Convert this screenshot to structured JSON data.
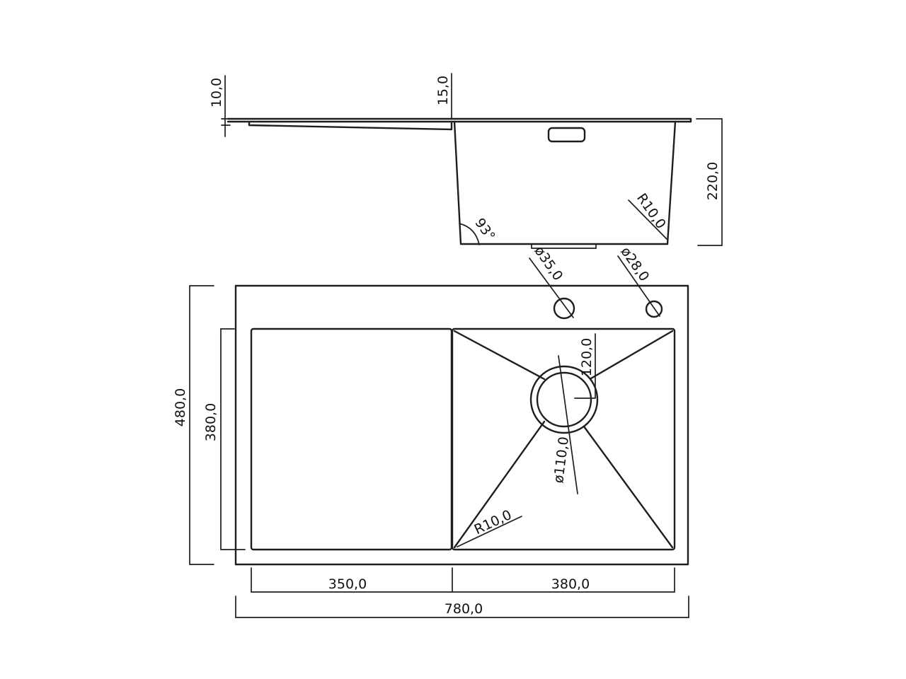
{
  "diagram": {
    "labels": {
      "top_thickness": "10,0",
      "edge_thickness": "15,0",
      "depth": "220,0",
      "inner_radius_side": "R10,0",
      "wall_angle": "93°",
      "hole_large": "ø35,0",
      "hole_small": "ø28,0",
      "total_depth": "480,0",
      "inner_depth": "380,0",
      "drain_offset": "120,0",
      "drain_diameter": "ø110,0",
      "inner_radius_plan": "R10,0",
      "drainboard_width": "350,0",
      "bowl_width": "380,0",
      "total_width": "780,0"
    }
  }
}
